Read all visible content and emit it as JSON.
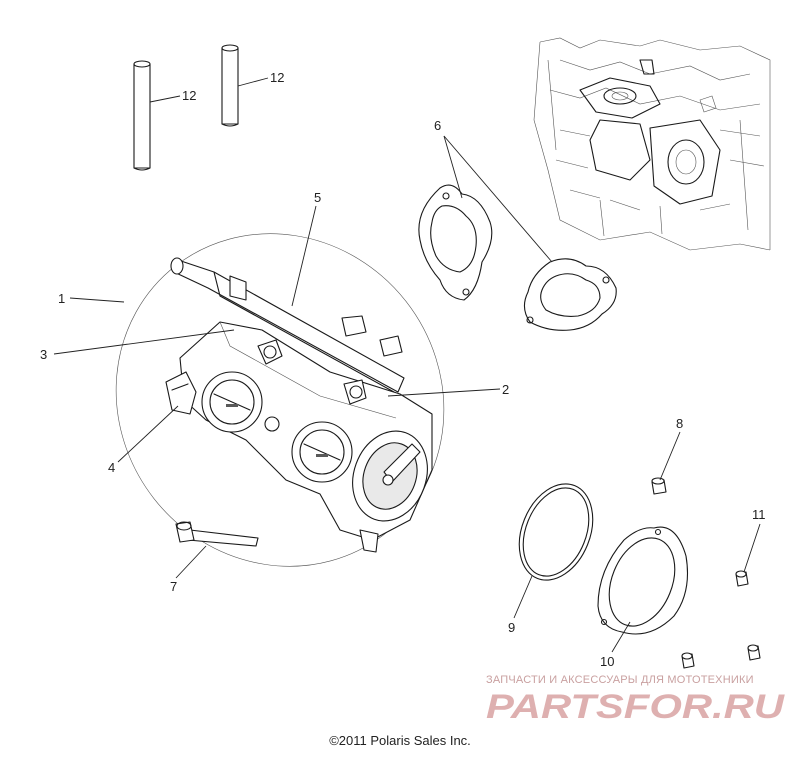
{
  "callouts": {
    "c1": "1",
    "c2": "2",
    "c3": "3",
    "c4": "4",
    "c5": "5",
    "c6": "6",
    "c7": "7",
    "c8": "8",
    "c9": "9",
    "c10": "10",
    "c11": "11",
    "c12a": "12",
    "c12b": "12"
  },
  "copyright": "©2011 Polaris Sales Inc.",
  "watermark": {
    "caption": "ЗАПЧАСТИ И АКСЕССУАРЫ ДЛЯ МОТОТЕХНИКИ",
    "logo": "PARTSFOR.RU",
    "color": "#d9a3a3"
  }
}
